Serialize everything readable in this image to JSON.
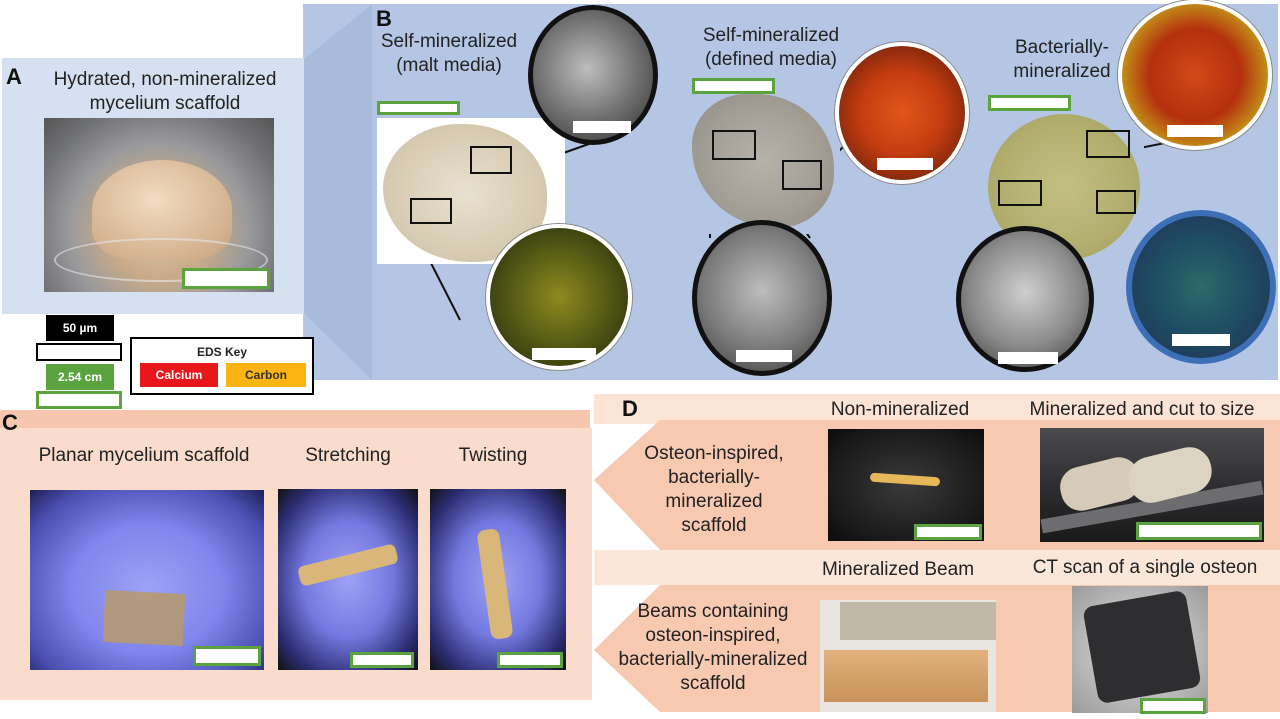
{
  "panels": {
    "A": {
      "letter": "A",
      "caption_line1": "Hydrated, non-mineralized",
      "caption_line2": "mycelium scaffold"
    },
    "B": {
      "letter": "B",
      "malt_line1": "Self-mineralized",
      "malt_line2": "(malt media)",
      "defined_line1": "Self-mineralized",
      "defined_line2": "(defined media)",
      "bact_line1": "Bacterially-",
      "bact_line2": "mineralized"
    },
    "C": {
      "letter": "C",
      "planar": "Planar mycelium scaffold",
      "stretching": "Stretching",
      "twisting": "Twisting"
    },
    "D": {
      "letter": "D",
      "row1_line1": "Osteon-inspired,",
      "row1_line2": "bacterially-",
      "row1_line3": "mineralized",
      "row1_line4": "scaffold",
      "nonmin": "Non-mineralized",
      "mincut": "Mineralized and cut to size",
      "row2_line1": "Beams containing",
      "row2_line2": "osteon-inspired,",
      "row2_line3": "bacterially-mineralized",
      "row2_line4": "scaffold",
      "beam": "Mineralized Beam",
      "ct": "CT scan of a single osteon"
    }
  },
  "legend": {
    "scale_um": "50 µm",
    "scale_cm": "2.54 cm",
    "eds_title": "EDS Key",
    "calcium": "Calcium",
    "carbon": "Carbon"
  },
  "colors": {
    "blue_panel": "#b4c6e3",
    "peach_panel": "#f8d5c2",
    "scale_green": "#5aa33f",
    "calcium_red": "#e8171b",
    "carbon_orange": "#fbb414"
  }
}
